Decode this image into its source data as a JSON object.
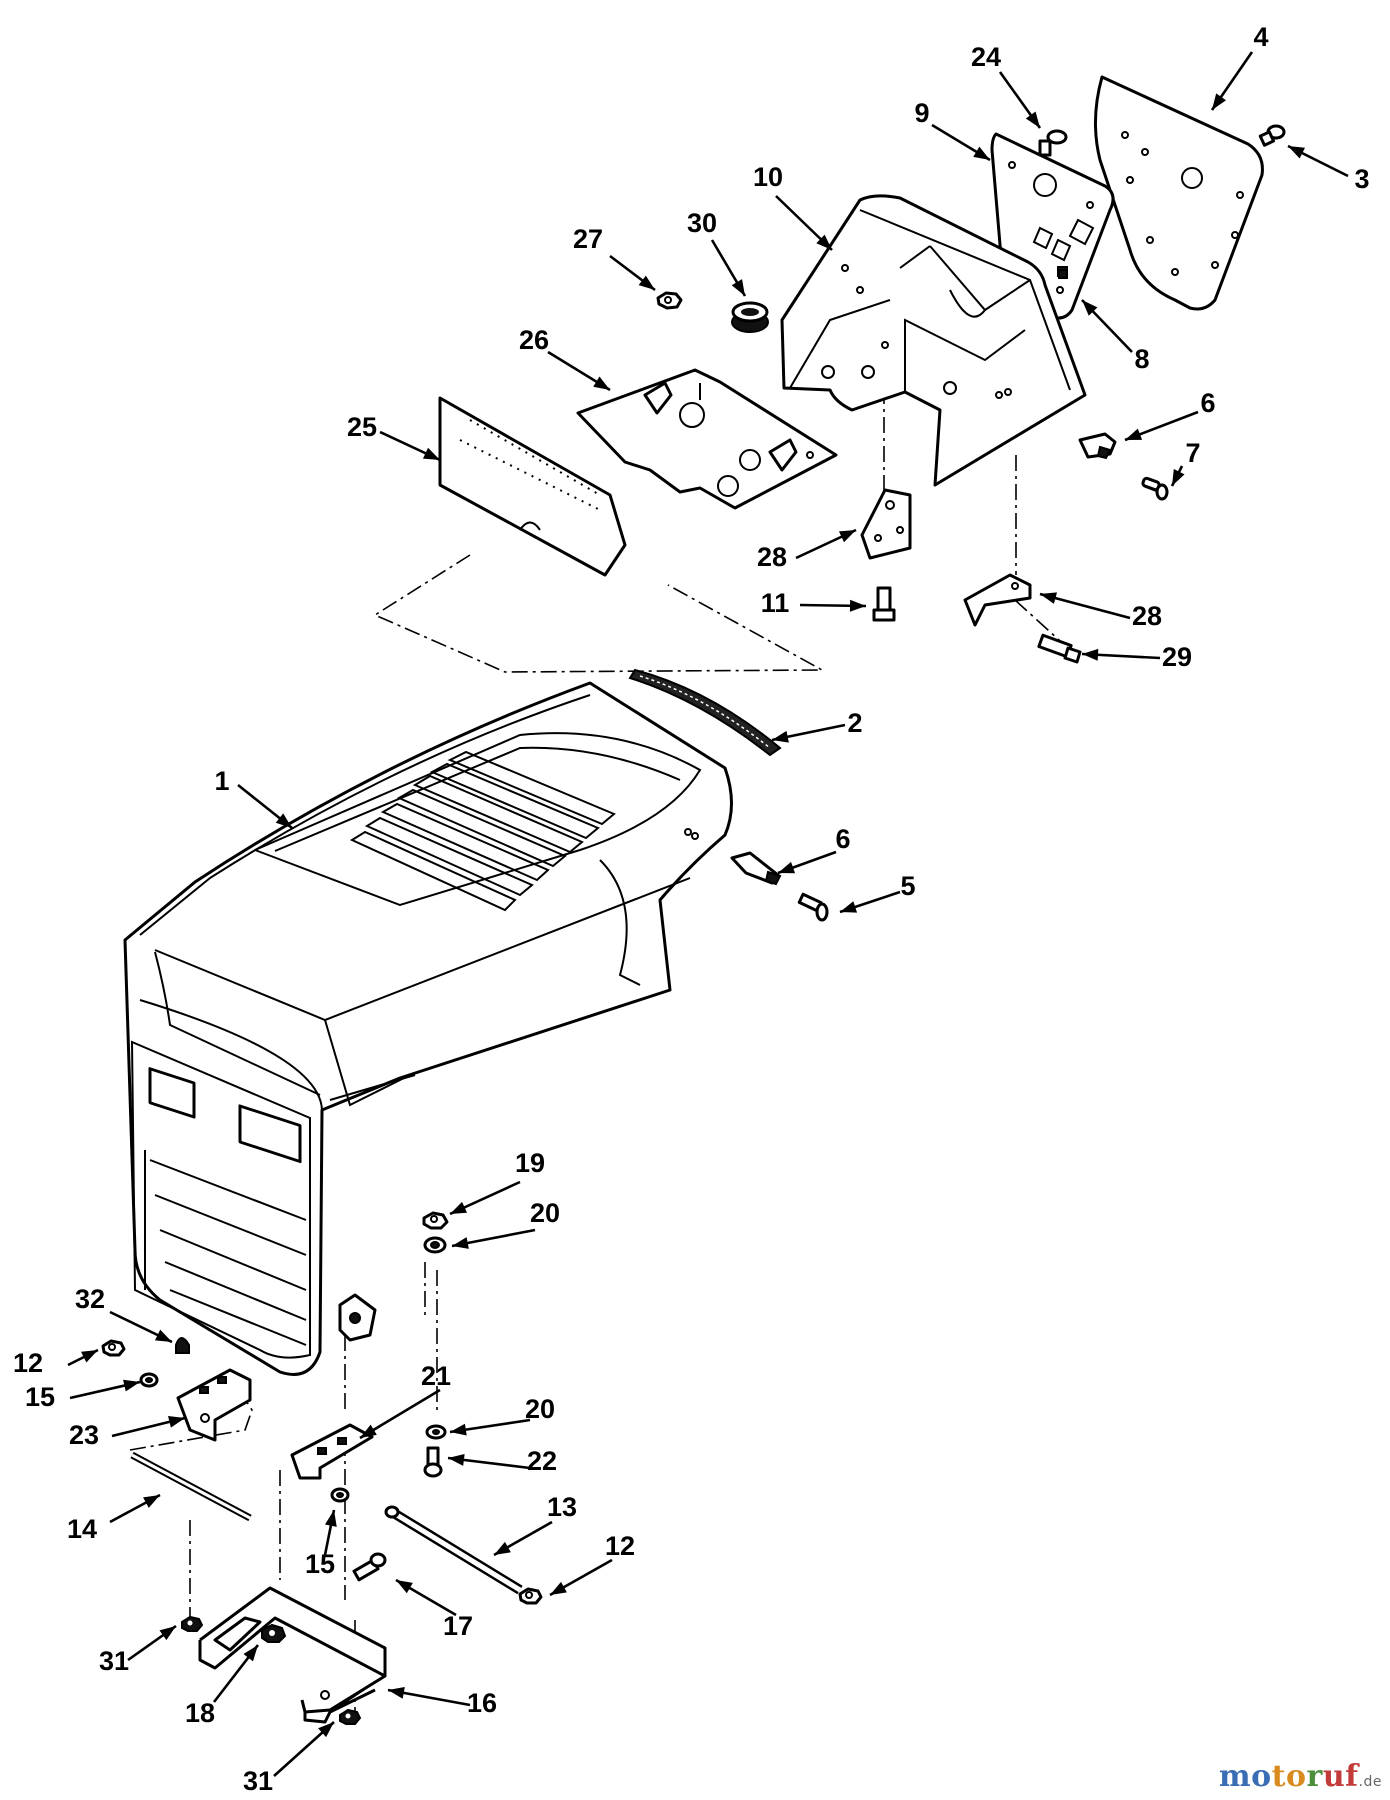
{
  "callouts": [
    {
      "id": "c1",
      "label": "1"
    },
    {
      "id": "c2",
      "label": "2"
    },
    {
      "id": "c3",
      "label": "3"
    },
    {
      "id": "c4",
      "label": "4"
    },
    {
      "id": "c5",
      "label": "5"
    },
    {
      "id": "c6a",
      "label": "6"
    },
    {
      "id": "c6b",
      "label": "6"
    },
    {
      "id": "c7",
      "label": "7"
    },
    {
      "id": "c8",
      "label": "8"
    },
    {
      "id": "c9",
      "label": "9"
    },
    {
      "id": "c10",
      "label": "10"
    },
    {
      "id": "c11",
      "label": "11"
    },
    {
      "id": "c12a",
      "label": "12"
    },
    {
      "id": "c12b",
      "label": "12"
    },
    {
      "id": "c13",
      "label": "13"
    },
    {
      "id": "c14",
      "label": "14"
    },
    {
      "id": "c15a",
      "label": "15"
    },
    {
      "id": "c15b",
      "label": "15"
    },
    {
      "id": "c16",
      "label": "16"
    },
    {
      "id": "c17",
      "label": "17"
    },
    {
      "id": "c18",
      "label": "18"
    },
    {
      "id": "c19",
      "label": "19"
    },
    {
      "id": "c20a",
      "label": "20"
    },
    {
      "id": "c20b",
      "label": "20"
    },
    {
      "id": "c21",
      "label": "21"
    },
    {
      "id": "c22",
      "label": "22"
    },
    {
      "id": "c23",
      "label": "23"
    },
    {
      "id": "c24",
      "label": "24"
    },
    {
      "id": "c25",
      "label": "25"
    },
    {
      "id": "c26",
      "label": "26"
    },
    {
      "id": "c27",
      "label": "27"
    },
    {
      "id": "c28a",
      "label": "28"
    },
    {
      "id": "c28b",
      "label": "28"
    },
    {
      "id": "c29",
      "label": "29"
    },
    {
      "id": "c30",
      "label": "30"
    },
    {
      "id": "c31a",
      "label": "31"
    },
    {
      "id": "c31b",
      "label": "31"
    },
    {
      "id": "c32",
      "label": "32"
    }
  ],
  "watermark": {
    "m": "mo",
    "o": "to",
    "t": "r",
    "r": "uf",
    "de": ".de"
  }
}
